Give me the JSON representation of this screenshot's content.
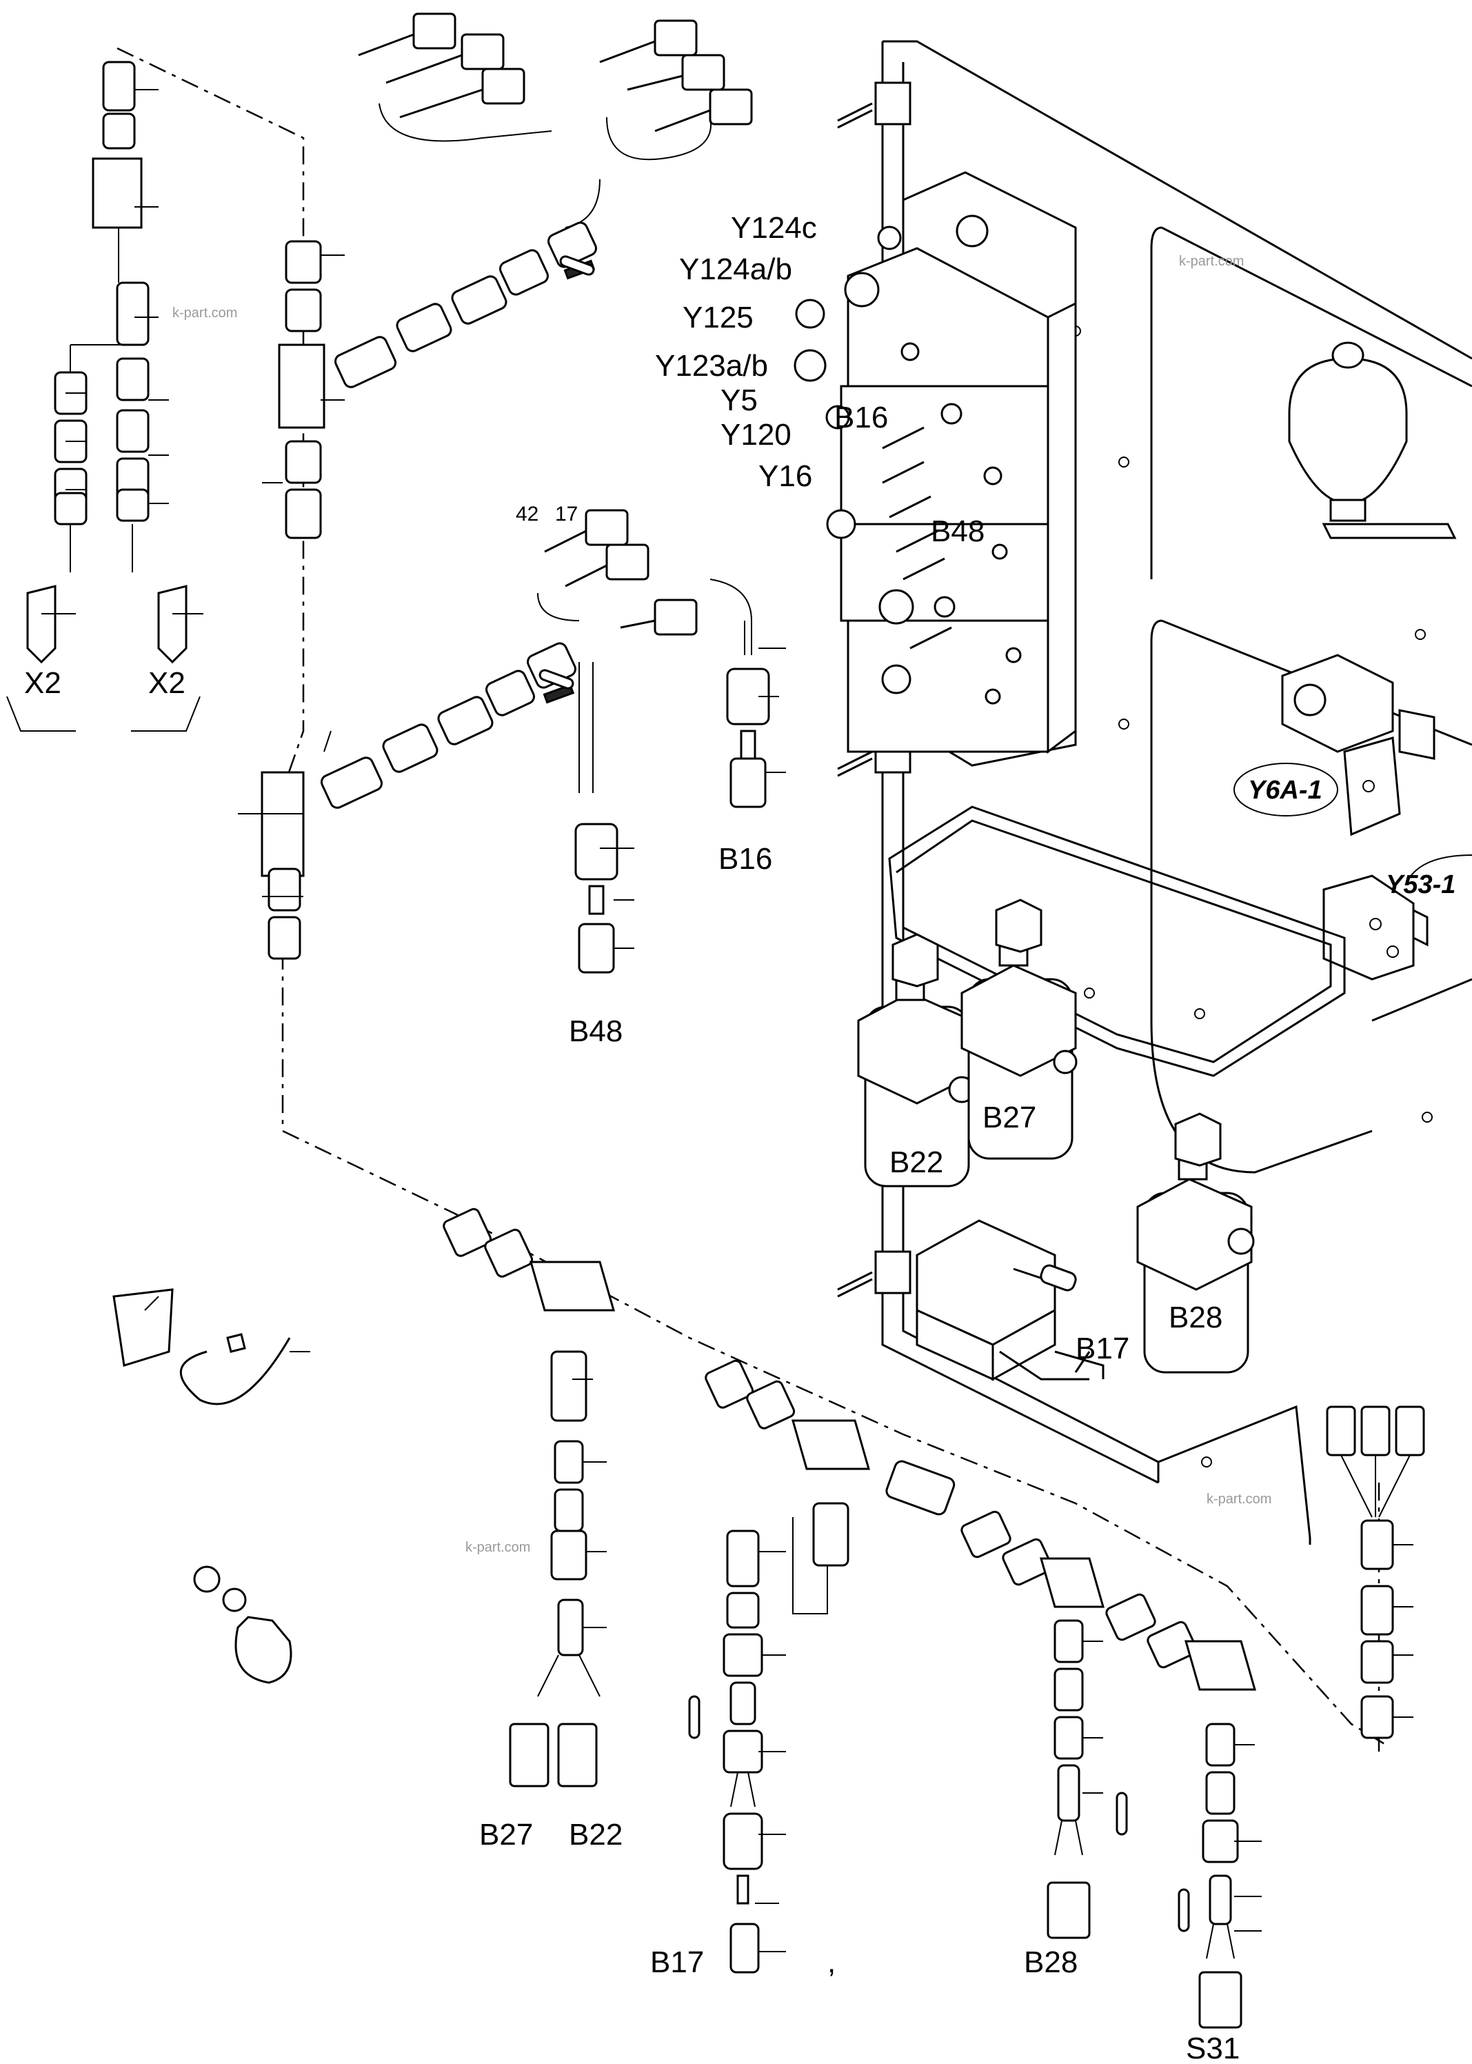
{
  "labels": {
    "x2_left": "X2",
    "x2_right": "X2",
    "y124c": "Y124c",
    "y124ab": "Y124a/b",
    "y125": "Y125",
    "y123ab": "Y123a/b",
    "y5": "Y5",
    "y120": "Y120",
    "y16": "Y16",
    "b16_block": "B16",
    "b48_block": "B48",
    "b16": "B16",
    "b48": "B48",
    "y6a": "Y6A-1",
    "y53": "Y53-1",
    "b27_filter": "B27",
    "b22_filter": "B22",
    "b28_filter": "B28",
    "b17_block": "B17",
    "b27": "B27",
    "b22": "B22",
    "b17": "B17",
    "b28": "B28",
    "s31": "S31",
    "num42": "42",
    "num17": "17",
    "comma": ","
  },
  "watermarks": [
    "k-part.com",
    "k-part.com",
    "k-part.com",
    "k-part.com"
  ]
}
